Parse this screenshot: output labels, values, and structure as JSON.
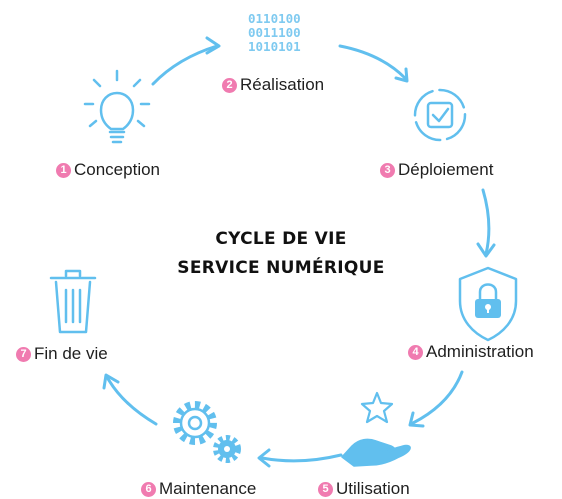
{
  "diagram": {
    "title_line1": "Cycle de vie",
    "title_line2": "service numérique",
    "binary_lines": [
      "0110100",
      "0011100",
      "1010101"
    ],
    "steps": [
      {
        "number": "1",
        "label": "Conception",
        "icon": "lightbulb-icon"
      },
      {
        "number": "2",
        "label": "Réalisation",
        "icon": "binary-code-icon"
      },
      {
        "number": "3",
        "label": "Déploiement",
        "icon": "checkbox-icon"
      },
      {
        "number": "4",
        "label": "Administration",
        "icon": "security-shield-icon"
      },
      {
        "number": "5",
        "label": "Utilisation",
        "icon": "hand-star-icon"
      },
      {
        "number": "6",
        "label": "Maintenance",
        "icon": "gears-icon"
      },
      {
        "number": "7",
        "label": "Fin de vie",
        "icon": "trash-can-icon"
      }
    ],
    "colors": {
      "accent": "#61bfee",
      "badge": "#f07bb0",
      "text": "#1f1f1f"
    }
  }
}
